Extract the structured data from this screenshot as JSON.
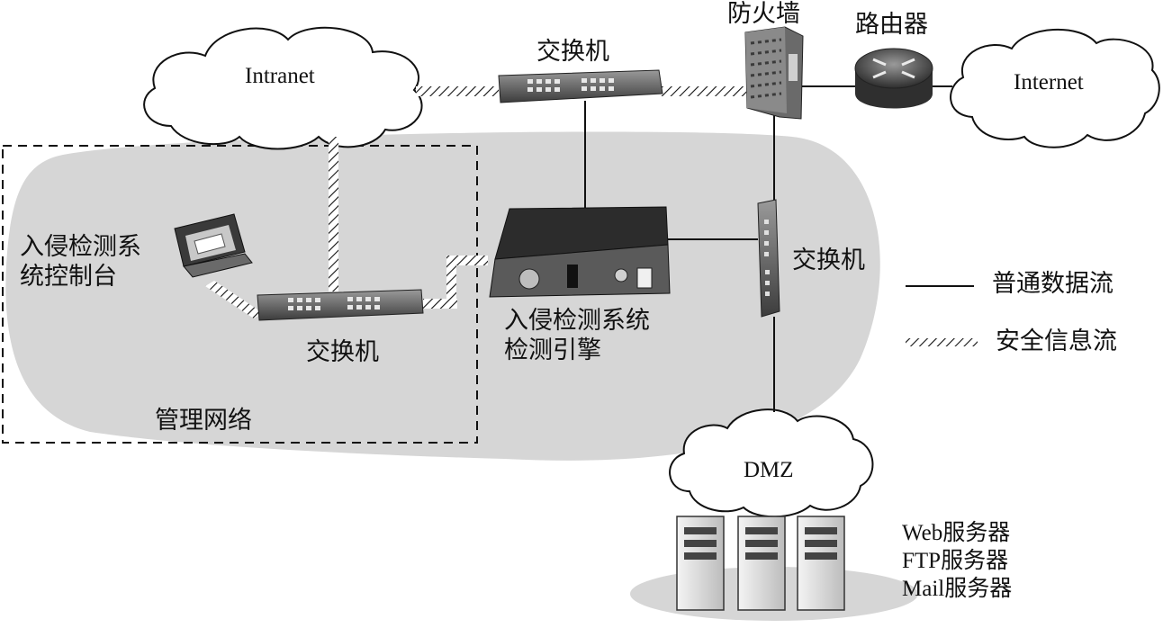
{
  "diagram": {
    "clouds": {
      "intranet": "Intranet",
      "internet": "Internet",
      "dmz": "DMZ"
    },
    "devices": {
      "top_switch": "交换机",
      "firewall": "防火墙",
      "router": "路由器",
      "dmz_switch": "交换机",
      "mgmt_switch": "交换机",
      "ids_console": [
        "入侵检测系",
        "统控制台"
      ],
      "ids_engine": [
        "入侵检测系统",
        "检测引擎"
      ]
    },
    "zone": {
      "management_network": "管理网络"
    },
    "servers": [
      "Web服务器",
      "FTP服务器",
      "Mail服务器"
    ],
    "legend": {
      "normal_flow": "普通数据流",
      "security_flow": "安全信息流"
    }
  }
}
